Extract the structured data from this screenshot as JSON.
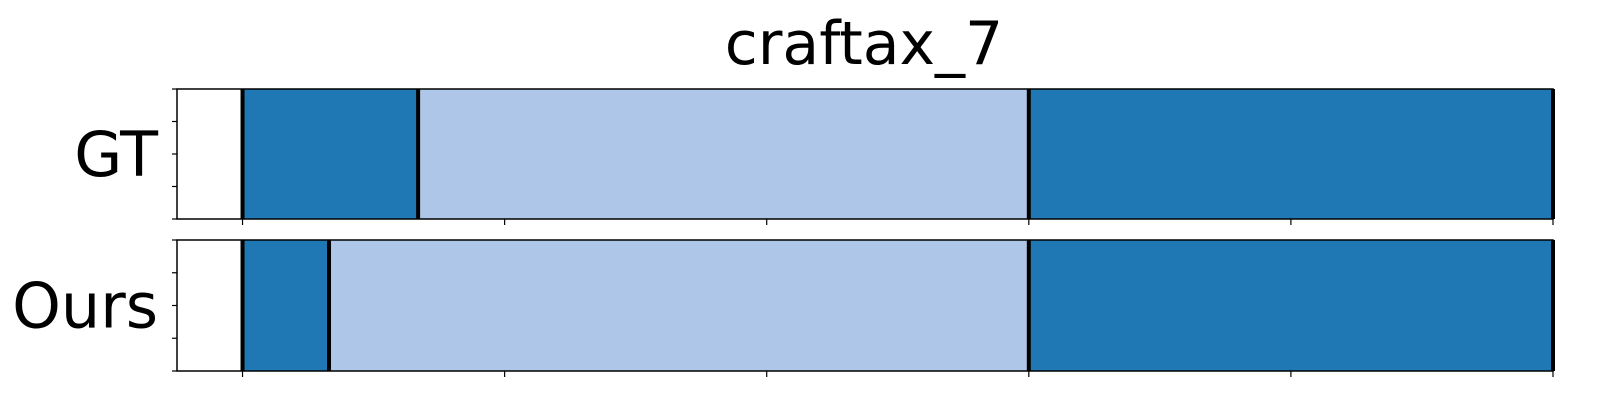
{
  "chart_data": {
    "type": "segmentation-timeline",
    "title": "craftax_7",
    "xlim": [
      -25,
      500
    ],
    "x_ticks": [
      0,
      100,
      200,
      300,
      400,
      500
    ],
    "grid": false,
    "colors": {
      "dark": "#1f77b4",
      "light": "#aec7e8",
      "boundary": "#000000"
    },
    "rows": [
      {
        "label": "GT",
        "segments": [
          {
            "start": 0,
            "end": 67,
            "color": "dark"
          },
          {
            "start": 67,
            "end": 300,
            "color": "light"
          },
          {
            "start": 300,
            "end": 500,
            "color": "dark"
          }
        ],
        "boundaries": [
          0,
          67,
          300,
          500
        ]
      },
      {
        "label": "Ours",
        "segments": [
          {
            "start": 0,
            "end": 33,
            "color": "dark"
          },
          {
            "start": 33,
            "end": 300,
            "color": "light"
          },
          {
            "start": 300,
            "end": 500,
            "color": "dark"
          }
        ],
        "boundaries": [
          0,
          33,
          300,
          500
        ]
      }
    ]
  }
}
